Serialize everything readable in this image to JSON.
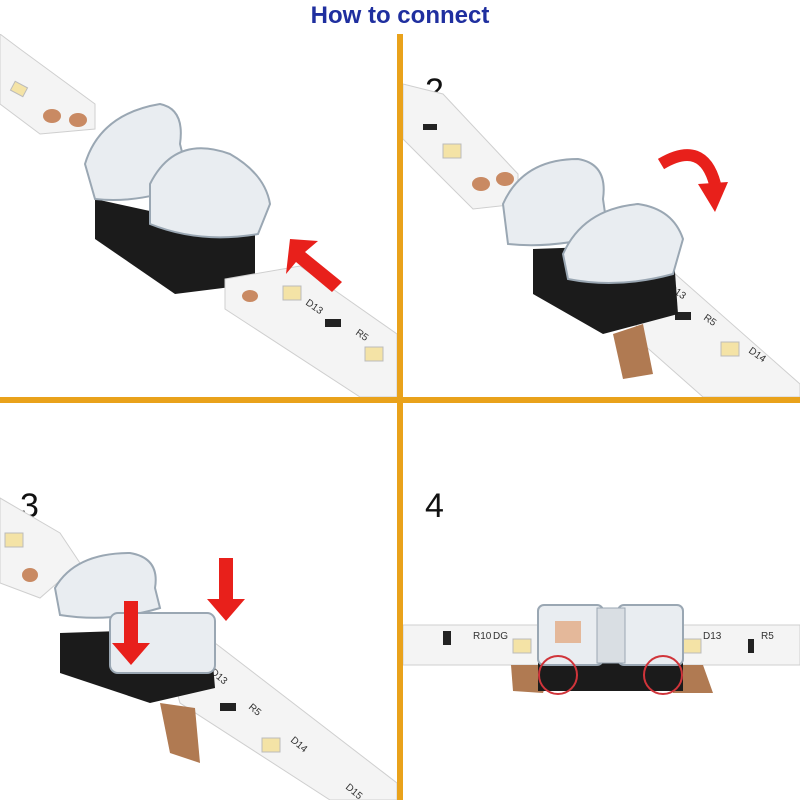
{
  "title": "How to connect",
  "steps": [
    {
      "number": "",
      "strip_labels": [
        "D13",
        "R5"
      ]
    },
    {
      "number": "2",
      "strip_labels": [
        "D13",
        "R5",
        "D14"
      ]
    },
    {
      "number": "3",
      "strip_labels": [
        "D13",
        "R5",
        "D14",
        "D15"
      ]
    },
    {
      "number": "4",
      "strip_labels": [
        "R10",
        "DG",
        "D13",
        "R5"
      ]
    }
  ],
  "colors": {
    "title": "#1f2f9f",
    "divider": "#e9a21b",
    "arrow": "#e8201b",
    "highlight_circle": "#d0343a",
    "led": "#f4e3a6",
    "copper_pad": "#c98a63"
  },
  "icons": [
    "arrow-right-left-icon",
    "rotate-arrow-icon",
    "arrow-down-icon",
    "highlight-circle-icon"
  ]
}
